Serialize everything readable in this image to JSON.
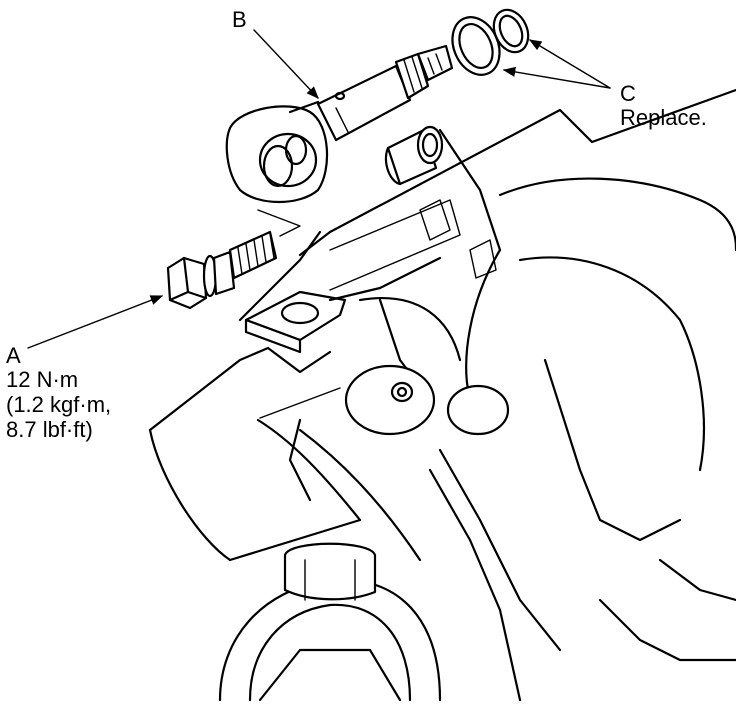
{
  "labels": {
    "a": {
      "letter": "A",
      "torque_nm": "12 N·m",
      "torque_kgf": "(1.2 kgf·m,",
      "torque_lbf": "8.7 lbf·ft)"
    },
    "b": {
      "letter": "B"
    },
    "c": {
      "letter": "C",
      "note": "Replace."
    }
  },
  "colors": {
    "line": "#000000",
    "background": "#ffffff"
  },
  "parts": [
    {
      "id": "a",
      "icon": "flange-bolt-icon"
    },
    {
      "id": "b",
      "icon": "sensor-assembly-icon"
    },
    {
      "id": "c",
      "icon": "o-ring-icon"
    }
  ]
}
